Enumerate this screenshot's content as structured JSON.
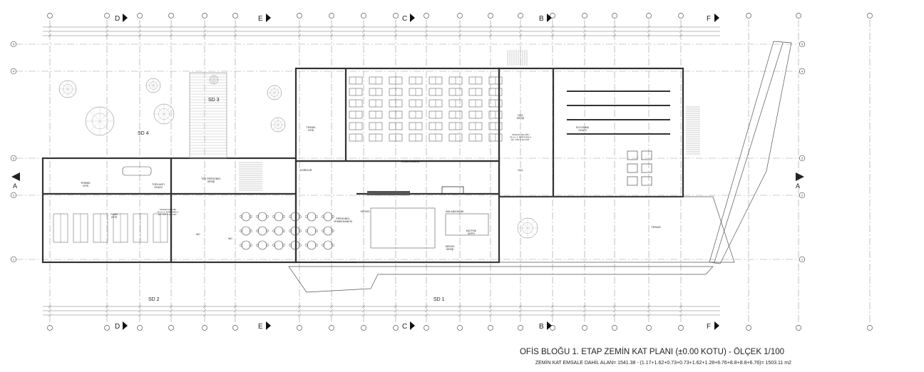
{
  "plan": {
    "title": "OFİS BLOĞU 1. ETAP ZEMİN KAT PLANI (±0.00 KOTU) - ÖLÇEK 1/100",
    "area_note": "ZEMİN KAT EMSALE DAHİL ALAN= 1541.38 - (1.17+1.62+0.73+0.73+1.62+1.28+6.76+8.8+8.8+6.76)= 1503.11 m2"
  },
  "section_markers": [
    "D",
    "E",
    "C",
    "B",
    "F"
  ],
  "section_A": "A",
  "grid_rows": [
    "5",
    "4",
    "3",
    "2",
    "1"
  ],
  "stair_labels": [
    "SD 3",
    "SD 4",
    "SD 2",
    "SD 1"
  ],
  "rooms": [
    {
      "name": "TEKNİK OFİS",
      "lines": [
        "TEKNİK",
        "OFİS"
      ]
    },
    {
      "name": "YEMEKHANESİ",
      "lines": [
        "YEMEKHANESİ"
      ]
    },
    {
      "name": "YANGIN SOLUĞU",
      "lines": [
        "YANGIN SOLUĞU",
        "25 ml, 1\" HORTUMLU",
        "Ek; TÜP 6 KG KKT"
      ]
    },
    {
      "name": "HOL GİRİŞİ",
      "lines": [
        "HOL",
        "GİRİŞİ"
      ]
    },
    {
      "name": "SOYUNMA ODASI",
      "lines": [
        "SOYUNMA",
        "ODASI"
      ]
    },
    {
      "name": "TERMİK OFİS",
      "lines": [
        "TERMİK",
        "OFİS"
      ]
    },
    {
      "name": "TOPLANTI ODASI",
      "lines": [
        "TOPLANTI",
        "ODASI"
      ]
    },
    {
      "name": "TEK PERSONEL GİRİŞİ",
      "lines": [
        "TEK PERSONEL",
        "GİRİŞİ"
      ]
    },
    {
      "name": "KORİDOR",
      "lines": [
        "KORİDOR"
      ]
    },
    {
      "name": "HOL",
      "lines": [
        "HOL"
      ]
    },
    {
      "name": "PLAN OFİS",
      "lines": [
        "PLAN",
        "OFİS"
      ]
    },
    {
      "name": "WC 1",
      "lines": [
        "WC"
      ]
    },
    {
      "name": "WC 2",
      "lines": [
        "WC"
      ]
    },
    {
      "name": "PERSONEL YEMEKHANESİ",
      "lines": [
        "PERSONEL",
        "YEMEKHANESİ"
      ]
    },
    {
      "name": "SERVİS",
      "lines": [
        "SERVİS"
      ]
    },
    {
      "name": "BULAŞIKHANE",
      "lines": [
        "BULAŞIKHANE"
      ]
    },
    {
      "name": "MUTFAK DEPO",
      "lines": [
        "MUTFAK",
        "DEPO"
      ]
    },
    {
      "name": "SERVİS GİRİŞİ",
      "lines": [
        "SERVİS",
        "GİRİŞİ"
      ]
    },
    {
      "name": "TERAS",
      "lines": [
        "TERAS"
      ]
    },
    {
      "name": "YANGIN DOLABI",
      "lines": [
        "YANGIN DOLABI",
        "25 ml, 1\" HORTUMLU",
        "Ek; TÜP 6 KG KKT"
      ]
    }
  ]
}
